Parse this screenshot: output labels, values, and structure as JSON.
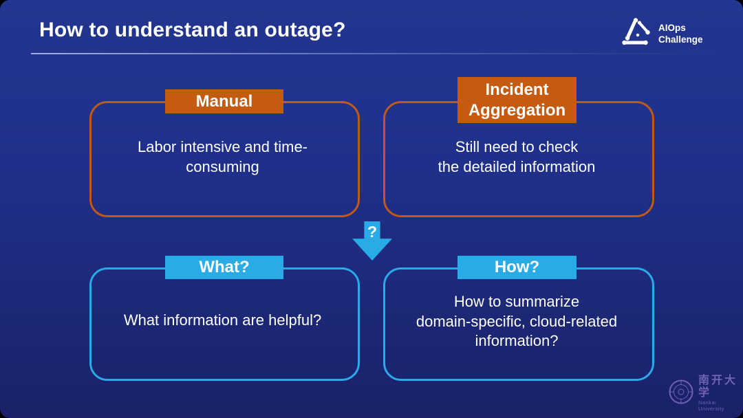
{
  "slide": {
    "title": "How to understand an outage?",
    "brand": {
      "line1": "AIOps",
      "line2": "Challenge"
    },
    "cards": {
      "manual": {
        "tab": "Manual",
        "body": "Labor intensive and time-\nconsuming"
      },
      "incident": {
        "tab": "Incident\nAggregation",
        "body": "Still need to check\nthe detailed information"
      },
      "what": {
        "tab": "What?",
        "body": "What information are helpful?"
      },
      "how": {
        "tab": "How?",
        "body": "How to summarize\ndomain-specific, cloud-related\ninformation?"
      }
    },
    "arrow": {
      "label": "?"
    },
    "footer_logo": {
      "cn": "南开大学",
      "en": "Nankai University"
    },
    "colors": {
      "accent_orange": "#C55A11",
      "accent_blue": "#29ABE8",
      "background_top": "#23368F",
      "background_bottom": "#1A2168",
      "text": "#FFFFFF",
      "footer_logo_purple": "#8673C9"
    }
  }
}
